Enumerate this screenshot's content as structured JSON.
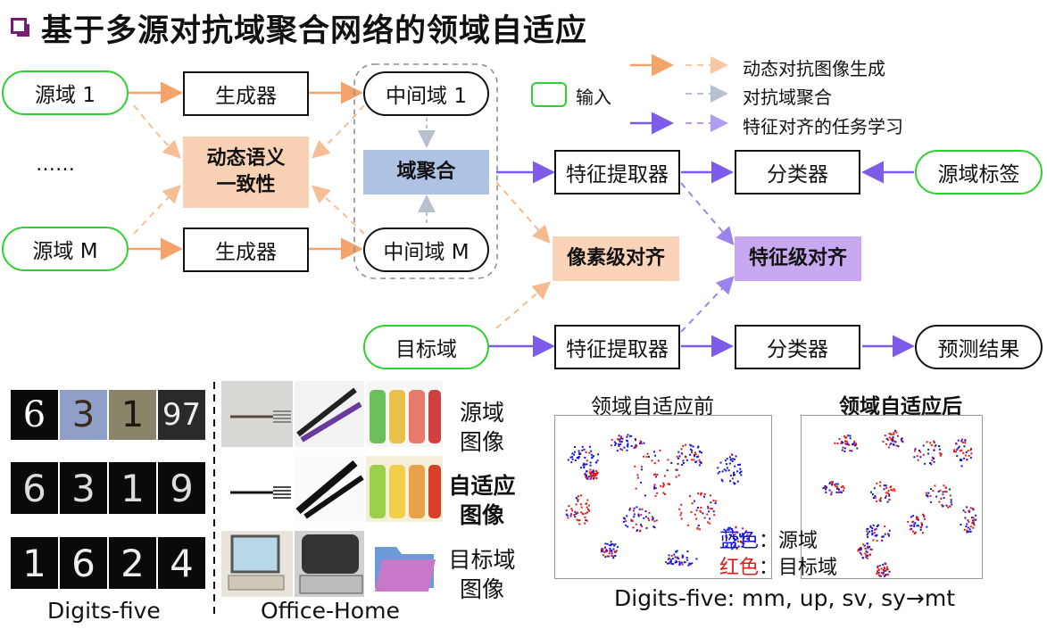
{
  "title": "基于多源对抗域聚合网络的领域自适应",
  "nodes": {
    "source1": "源域 1",
    "sourceM": "源域 M",
    "ellipsis": "……",
    "gen1": "生成器",
    "genM": "生成器",
    "semantic": "动态语义\n一致性",
    "mid1": "中间域 1",
    "midM": "中间域 M",
    "domain_agg": "域聚合",
    "feat_extractor_top": "特征提取器",
    "classifier_top": "分类器",
    "source_label": "源域标签",
    "pixel_align": "像素级对齐",
    "feature_align": "特征级对齐",
    "target": "目标域",
    "feat_extractor_bottom": "特征提取器",
    "classifier_bottom": "分类器",
    "prediction": "预测结果"
  },
  "legend": {
    "input": "输入",
    "items": [
      {
        "label": "动态对抗图像生成",
        "color": "#f4a36b"
      },
      {
        "label": "对抗域聚合",
        "color": "#b8c0d0"
      },
      {
        "label": "特征对齐的任务学习",
        "color": "#7c5ce8"
      }
    ]
  },
  "examples": {
    "digits_caption": "Digits-five",
    "office_caption": "Office-Home",
    "row_labels": [
      "源域\n图像",
      "自适应\n图像",
      "目标域\n图像"
    ],
    "digits_rows": [
      [
        "6",
        "3",
        "1",
        "97"
      ],
      [
        "6",
        "3",
        "1",
        "9"
      ],
      [
        "1",
        "6",
        "2",
        "4"
      ]
    ]
  },
  "tsne": {
    "before_title": "领域自适应前",
    "after_title": "领域自适应后",
    "blue_label": "蓝色",
    "blue_desc": "：源域",
    "red_label": "红色",
    "red_desc": "：目标域",
    "caption": "Digits-five: mm, up, sv, sy→mt"
  },
  "colors": {
    "accent_purple": "#7a1a72",
    "input_green": "#2fd12f",
    "orange": "#f4a36b",
    "gray": "#b8c0d0",
    "purple": "#7c5ce8",
    "semantic_fill": "#f9d2b6",
    "pixel_fill": "#fbd3b8",
    "agg_fill": "#aec3e3",
    "feature_fill": "#c8a8f0",
    "blue_text": "#1515d8",
    "red_text": "#e01818"
  }
}
